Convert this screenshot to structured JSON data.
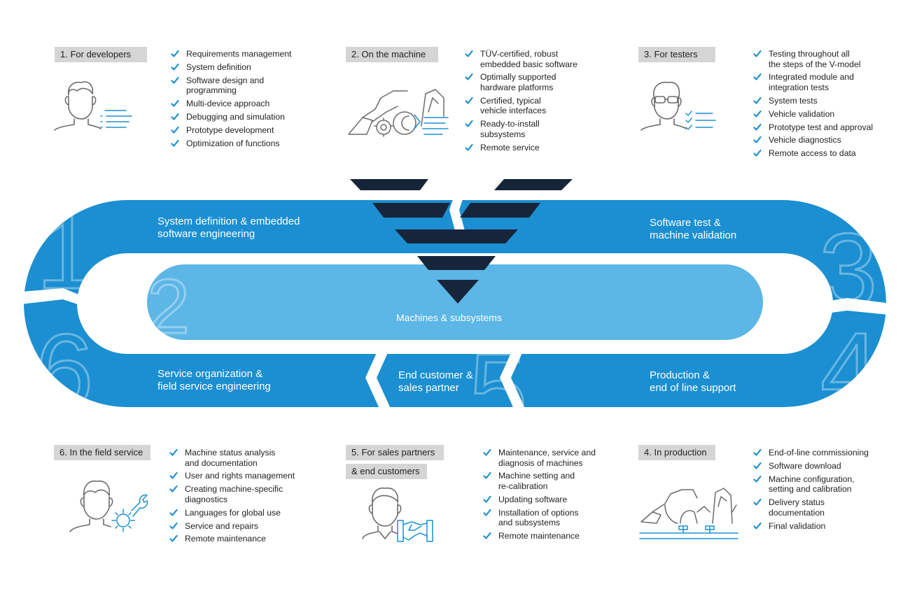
{
  "colors": {
    "dark_blue": "#1b8fd1",
    "light_blue": "#5cb6e6",
    "navy": "#17253a",
    "header_gray": "#d5d5d5",
    "check": "#1b8fd1",
    "icon_line": "#6b6b6b",
    "icon_accent": "#1b8fd1"
  },
  "panels": {
    "developers": {
      "header": "1. For developers",
      "items": [
        "Requirements management",
        "System definition",
        "Software design and\nprogramming",
        "Multi-device approach",
        "Debugging and simulation",
        "Prototype development",
        "Optimization of functions"
      ]
    },
    "machine": {
      "header": "2. On the machine",
      "items": [
        "TÜV-certified, robust\nembedded basic software",
        "Optimally supported\nhardware platforms",
        "Certified, typical\nvehicle interfaces",
        "Ready-to-install\nsubsystems",
        "Remote service"
      ]
    },
    "testers": {
      "header": "3. For testers",
      "items": [
        "Testing throughout all\nthe steps of the V-model",
        "Integrated module and\nintegration tests",
        "System tests",
        "Vehicle validation",
        "Prototype test and approval",
        "Vehicle diagnostics",
        "Remote access to data"
      ]
    },
    "field": {
      "header": "6. In the field service",
      "items": [
        "Machine status analysis\nand documentation",
        "User and rights management",
        "Creating machine-specific\ndiagnostics",
        "Languages for global use",
        "Service and repairs",
        "Remote maintenance"
      ]
    },
    "sales": {
      "header_line1": "5. For sales partners",
      "header_line2": "& end customers",
      "items": [
        "Maintenance, service and\ndiagnosis of machines",
        "Machine setting and\nre-calibration",
        "Updating software",
        "Installation of options\nand subsystems",
        "Remote maintenance"
      ]
    },
    "production": {
      "header": "4. In production",
      "items": [
        "End-of-line commissioning",
        "Software download",
        "Machine configuration,\nsetting and calibration",
        "Delivery status\ndocumentation",
        "Final validation"
      ]
    }
  },
  "cycle": {
    "segments": {
      "system_definition": "System definition & embedded\nsoftware engineering",
      "software_test": "Software test &\nmachine validation",
      "machines": "Machines & subsystems",
      "service": "Service organization &\nfield service engineering",
      "end_customer": "End customer &\nsales partner",
      "production": "Production &\nend of line support"
    },
    "numbers": {
      "n1": "1",
      "n2": "2",
      "n3": "3",
      "n4": "4",
      "n5": "5",
      "n6": "6"
    }
  }
}
